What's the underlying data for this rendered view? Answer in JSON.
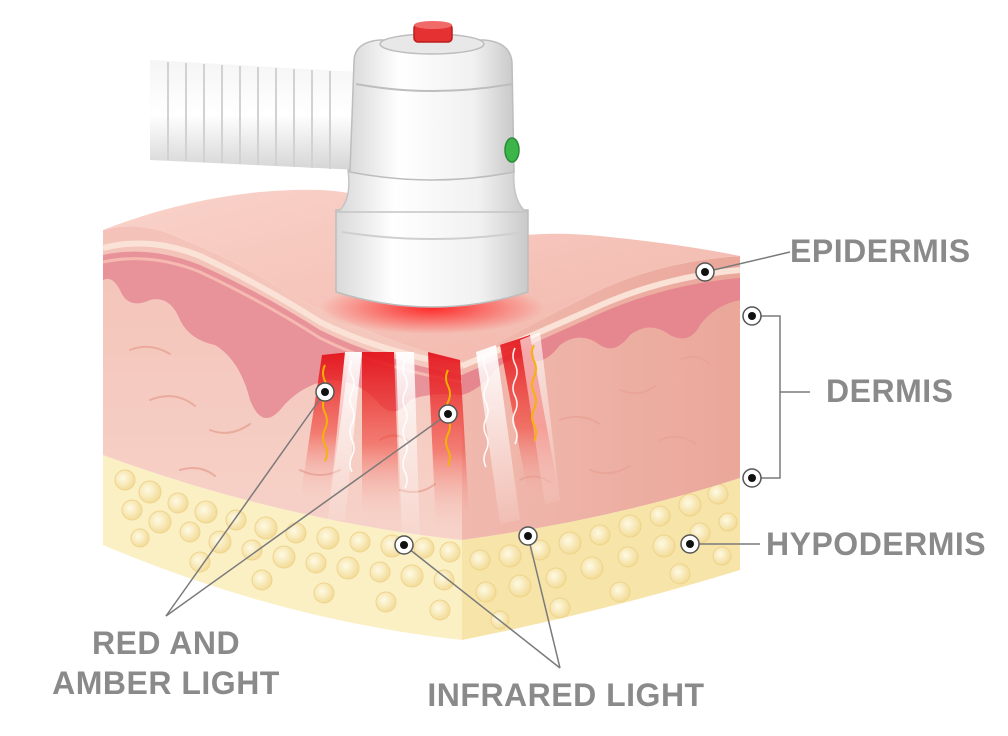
{
  "labels": {
    "epidermis": "EPIDERMIS",
    "dermis": "DERMIS",
    "hypodermis": "HYPODERMIS",
    "red_amber_line1": "RED AND",
    "red_amber_line2": "AMBER LIGHT",
    "infrared": "INFRARED LIGHT"
  },
  "colors": {
    "label_gray": "#8a8a8a",
    "skin_pink": "#f6c7c0",
    "red_light": "#e81f1f",
    "amber_light": "#f4b400",
    "device_white": "#f3f3f3",
    "button_red": "#e53131",
    "indicator_green": "#3cb54a",
    "fat_yellow": "#fbeec0"
  },
  "icons": {
    "device": "led-light-therapy-device-icon",
    "hose": "flexible-hose-icon"
  }
}
